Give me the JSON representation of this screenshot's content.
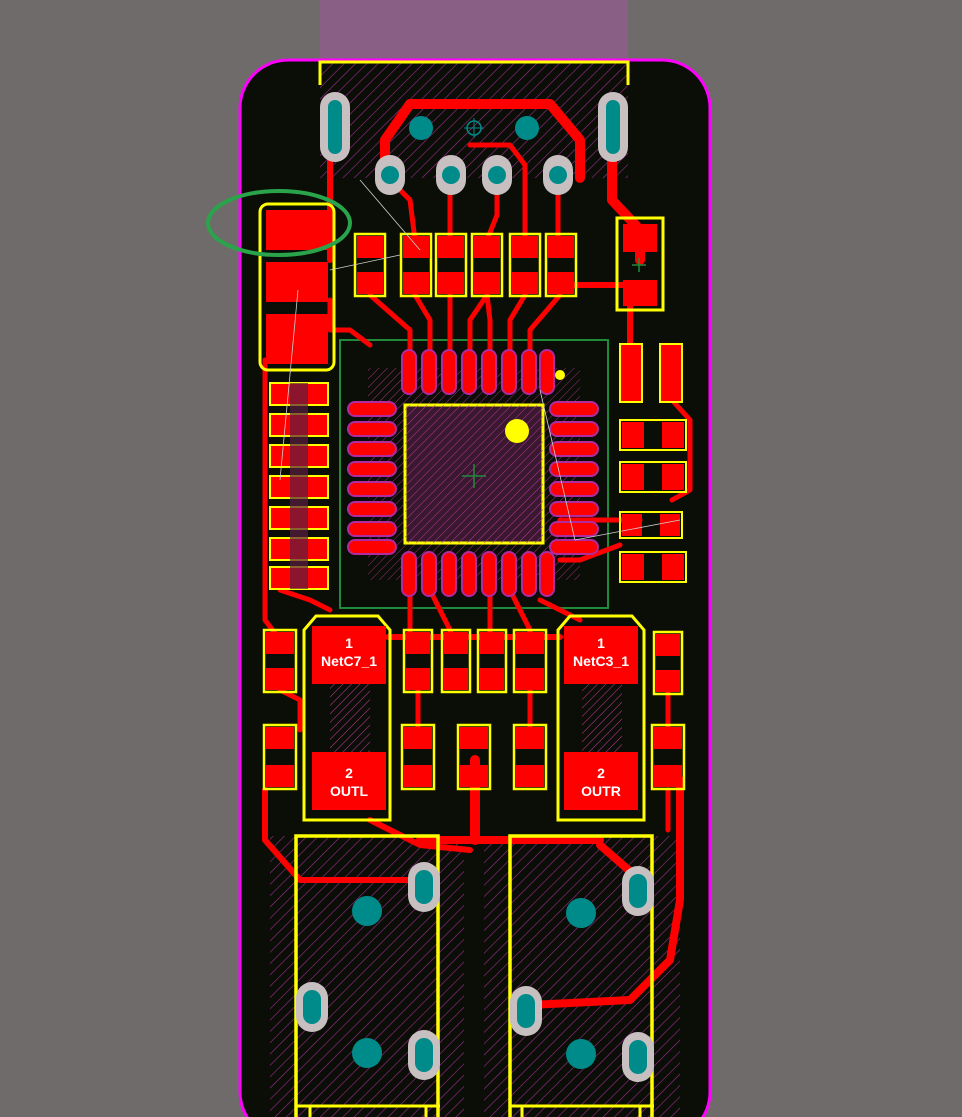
{
  "colors": {
    "background": "#6f6b6b",
    "board": "#0b0e06",
    "outline": "#ff00ff",
    "copper": "#ff0000",
    "silkscreen": "#ffff00",
    "via": "#008b8b",
    "keepout": "#1f8a3a"
  },
  "components": {
    "c7": {
      "pin1": "1",
      "net1": "NetC7_1",
      "pin2": "2",
      "net2": "OUTL"
    },
    "c3": {
      "pin1": "1",
      "net1": "NetC3_1",
      "pin2": "2",
      "net2": "OUTR"
    }
  },
  "annotation": {
    "shape": "ellipse",
    "color": "#2aa44a",
    "target": "top-left resistor pad"
  }
}
